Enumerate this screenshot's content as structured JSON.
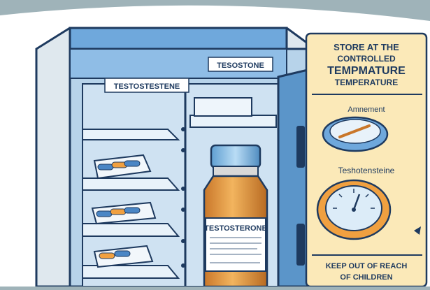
{
  "labels": {
    "shelf_label_left": "TESTOSTESTENE",
    "shelf_label_right": "TESOSTONE",
    "vial_label_title": "TESTOSTERONE",
    "panel_title_line1": "STORE AT THE",
    "panel_title_line2": "CONTROLLED",
    "panel_title_line3": "TEMPMATURE",
    "panel_title_line4": "TEMPERATURE",
    "thermometer_caption": "Amnement",
    "gauge_caption": "Teshotensteine",
    "warning_line1": "KEEP OUT OF REACH",
    "warning_line2": "OF CHILDREN"
  },
  "colors": {
    "background": "#9fb3b9",
    "cabinet_blue": "#6fa8dc",
    "cabinet_dark": "#1e3a5f",
    "panel_cream": "#fbe9b8",
    "vial_amber": "#e8a24a",
    "cap_blue": "#8fc3e8"
  },
  "icons": [
    "thermometer-icon",
    "dial-thermometer-icon",
    "pressure-gauge-icon",
    "capsule-icon",
    "vial-icon"
  ]
}
